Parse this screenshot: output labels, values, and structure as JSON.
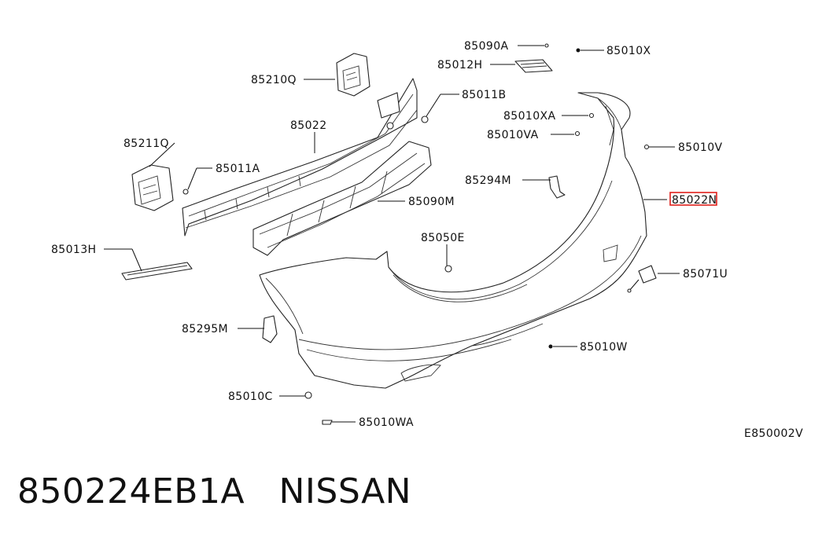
{
  "diagram": {
    "callouts": {
      "c85090A": "85090A",
      "c85010X": "85010X",
      "c85012H": "85012H",
      "c85210Q": "85210Q",
      "c85011B": "85011B",
      "c85010XA": "85010XA",
      "c85010VA": "85010VA",
      "c85022": "85022",
      "c85211Q": "85211Q",
      "c85010V": "85010V",
      "c85011A": "85011A",
      "c85294M": "85294M",
      "c85022N": "85022N",
      "c85090M": "85090M",
      "c85050E": "85050E",
      "c85013H": "85013H",
      "c85071U": "85071U",
      "c85295M": "85295M",
      "c85010W": "85010W",
      "c85010C": "85010C",
      "c85010WA": "85010WA"
    },
    "figure_code": "E850002V",
    "highlight_color": "#e0201b"
  },
  "footer": {
    "part_number": "850224EB1A",
    "brand": "NISSAN"
  }
}
